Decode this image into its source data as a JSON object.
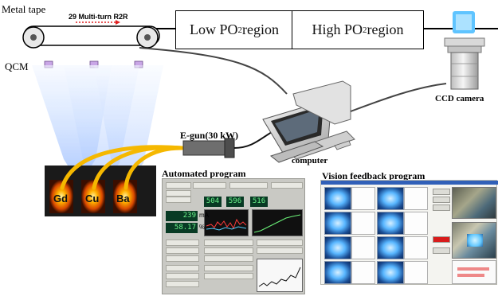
{
  "labels": {
    "metal_tape": "Metal tape",
    "r2r": "29 Multi-turn R2R",
    "qcm": "QCM",
    "low_po2_main": "Low PO",
    "low_po2_sub": "2",
    "low_po2_tail": " region",
    "high_po2_main": "High PO",
    "high_po2_sub": "2",
    "high_po2_tail": " region",
    "ccd_camera": "CCD camera",
    "egun": "E-gun(30 kW)",
    "computer": "computer",
    "automated_program": "Automated program",
    "vision_program": "Vision feedback program"
  },
  "crucibles": [
    "Gd",
    "Cu",
    "Ba"
  ],
  "readouts": {
    "r1": "504",
    "r2": "596",
    "r3": "516",
    "current_value": "239",
    "current_unit": "mA",
    "percent_value": "58.17",
    "percent_unit": "%"
  },
  "colors": {
    "beam": "#c8dcff",
    "arc": "#f5b800",
    "crucible_glow": "#ff6a00",
    "qcm": "#c9a6e6",
    "readout_bg": "#083a24",
    "readout_fg": "#6cf48b"
  }
}
